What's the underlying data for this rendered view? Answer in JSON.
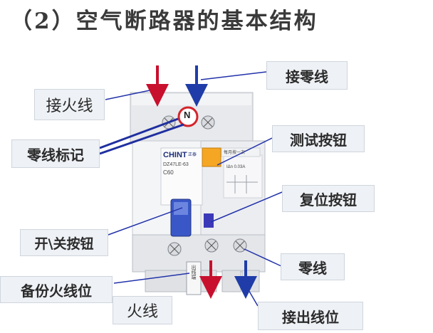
{
  "title": "（2）空气断路器的基本结构",
  "labels": {
    "live_in": "接火线",
    "neutral_in": "接零线",
    "neutral_mark": "零线标记",
    "test_button": "测试按钮",
    "reset_button": "复位按钮",
    "switch_button": "开\\关按钮",
    "neutral": "零线",
    "spare_live": "备份火线位",
    "live": "火线",
    "output": "接出线位"
  },
  "device": {
    "brand": "CHINT",
    "brand_tag": "正泰",
    "model": "DZ47LE-63",
    "rating": "C60",
    "neutral_symbol": "N",
    "test_caption": "每月按一次",
    "spec_line": "IΔn 0.03A",
    "outlet_caption": "出线端"
  },
  "colors": {
    "live_arrow": "#c8102e",
    "neutral_arrow": "#1f3ca8",
    "label_bg": "#eef1f5",
    "pointer_line": "#2233aa",
    "test_button": "#f5a623",
    "switch_lever": "#3a57c8",
    "reset_button": "#3b39b8"
  }
}
